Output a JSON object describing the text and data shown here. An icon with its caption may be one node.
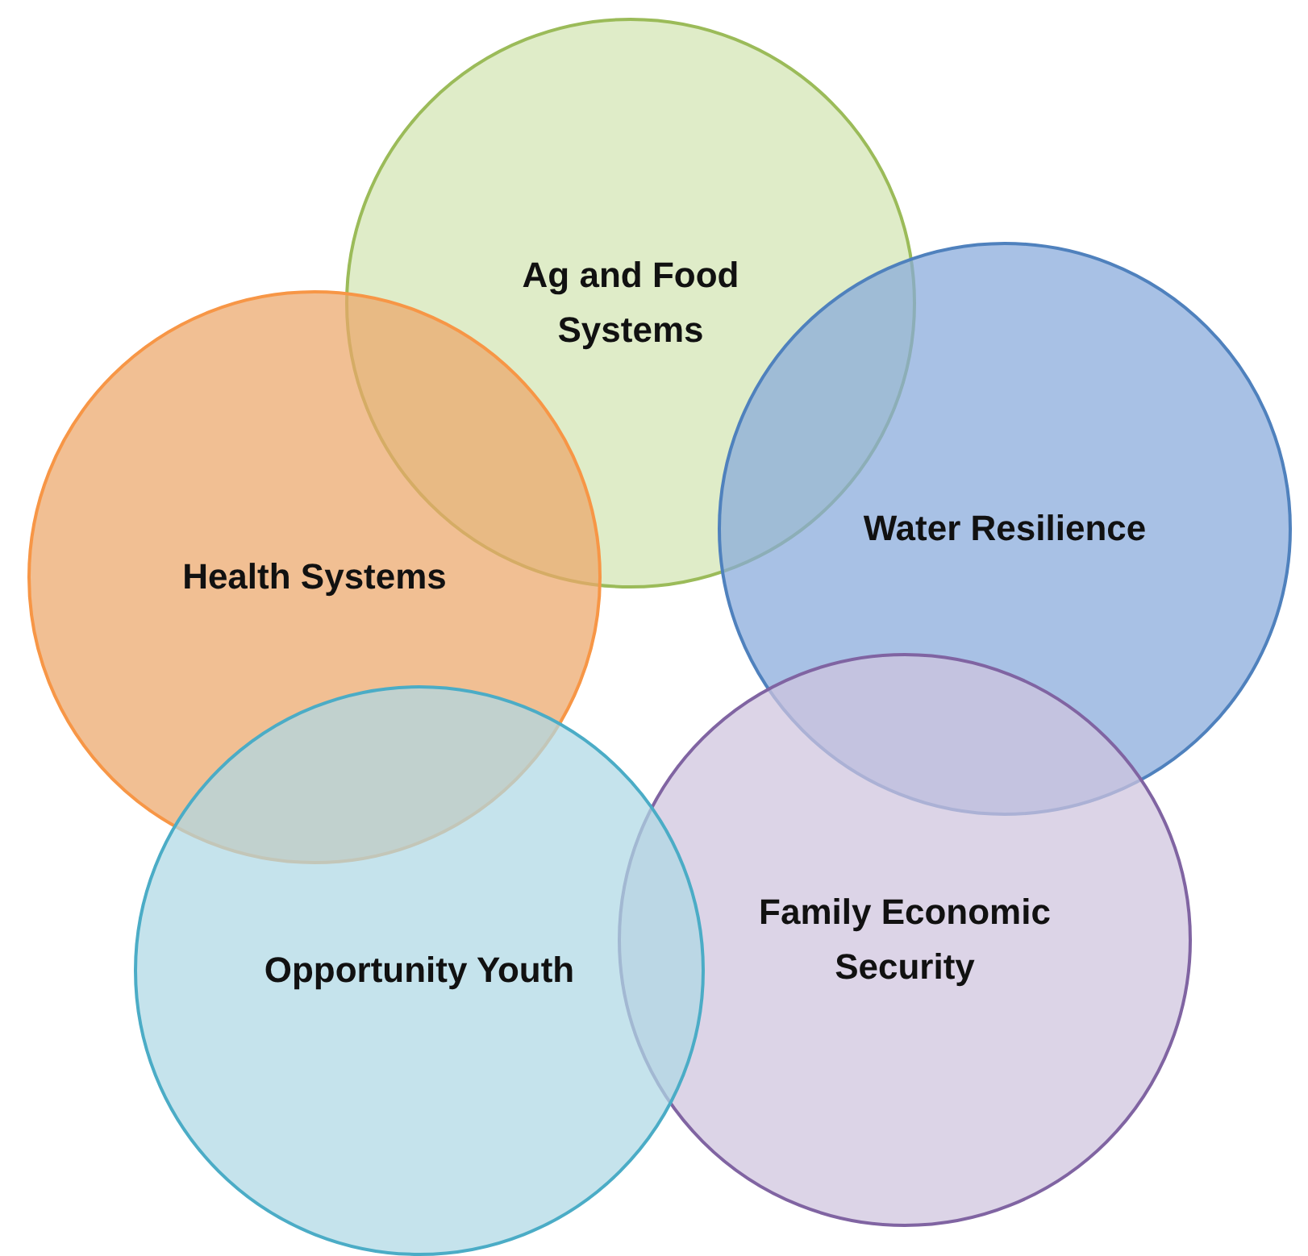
{
  "diagram": {
    "nodes": [
      {
        "text": [
          "Ag and Food Systems"
        ]
      },
      {
        "text": [
          "Water Resilience"
        ]
      },
      {
        "text": [
          "Health Systems"
        ]
      },
      {
        "text": [
          "Family Economic Security"
        ]
      },
      {
        "text": [
          "Opportunity Youth"
        ]
      }
    ],
    "edges": []
  }
}
